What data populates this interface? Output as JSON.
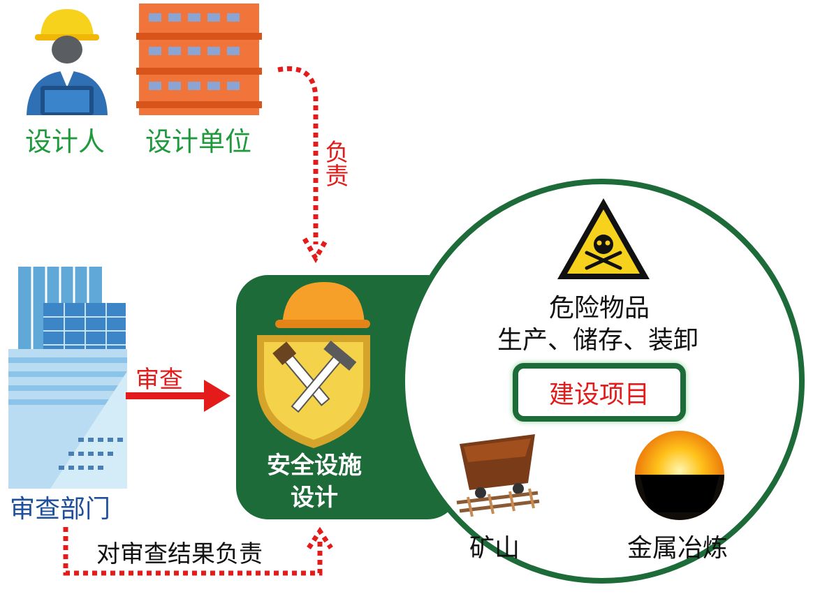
{
  "designer": {
    "label": "设计人"
  },
  "design_unit": {
    "label": "设计单位"
  },
  "responsible": {
    "label": "负责"
  },
  "review_dept": {
    "label": "审查部门"
  },
  "review_arrow": {
    "label": "审查"
  },
  "review_result": {
    "label": "对审查结果负责"
  },
  "safety_design": {
    "line1": "安全设施",
    "line2": "设计"
  },
  "circle": {
    "hazard_line1": "危险物品",
    "hazard_line2": "生产、储存、装卸",
    "project": "建设项目",
    "mine": "矿山",
    "metallurgy": "金属冶炼"
  },
  "colors": {
    "green": "#1e6b3a",
    "red": "#e31b1b",
    "text_green": "#1e9a3c",
    "text_blue": "#1d4f9c"
  }
}
